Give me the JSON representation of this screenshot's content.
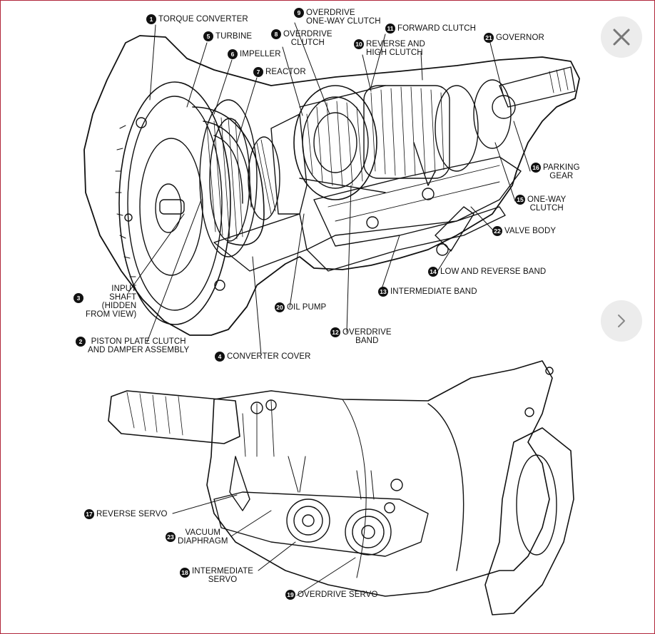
{
  "controls": {
    "close_icon": "close-icon",
    "next_icon": "chevron-right-icon"
  },
  "labels": {
    "l1": {
      "num": "1",
      "text": "TORQUE CONVERTER"
    },
    "l5": {
      "num": "5",
      "text": "TURBINE"
    },
    "l6": {
      "num": "6",
      "text": "IMPELLER"
    },
    "l7": {
      "num": "7",
      "text": "REACTOR"
    },
    "l8": {
      "num": "8",
      "text": "OVERDRIVE\nCLUTCH"
    },
    "l9": {
      "num": "9",
      "text": "OVERDRIVE\nONE-WAY CLUTCH"
    },
    "l11": {
      "num": "11",
      "text": "FORWARD CLUTCH"
    },
    "l10": {
      "num": "10",
      "text": "REVERSE AND\nHIGH CLUTCH"
    },
    "l21": {
      "num": "21",
      "text": "GOVERNOR"
    },
    "l16": {
      "num": "16",
      "text": "PARKING\nGEAR"
    },
    "l15": {
      "num": "15",
      "text": "ONE-WAY\nCLUTCH"
    },
    "l22": {
      "num": "22",
      "text": "VALVE BODY"
    },
    "l14": {
      "num": "14",
      "text": "LOW AND REVERSE BAND"
    },
    "l13": {
      "num": "13",
      "text": "INTERMEDIATE BAND"
    },
    "l3": {
      "num": "3",
      "text": "INPUT\nSHAFT\n(HIDDEN\nFROM VIEW)"
    },
    "l20": {
      "num": "20",
      "text": "OIL PUMP"
    },
    "l12": {
      "num": "12",
      "text": "OVERDRIVE\nBAND"
    },
    "l2": {
      "num": "2",
      "text": "PISTON PLATE CLUTCH\nAND DAMPER ASSEMBLY"
    },
    "l4": {
      "num": "4",
      "text": "CONVERTER COVER"
    },
    "l17": {
      "num": "17",
      "text": "REVERSE SERVO"
    },
    "l23": {
      "num": "23",
      "text": "VACUUM\nDIAPHRAGM"
    },
    "l18": {
      "num": "18",
      "text": "INTERMEDIATE\nSERVO"
    },
    "l19": {
      "num": "19",
      "text": "OVERDRIVE SERVO"
    }
  }
}
